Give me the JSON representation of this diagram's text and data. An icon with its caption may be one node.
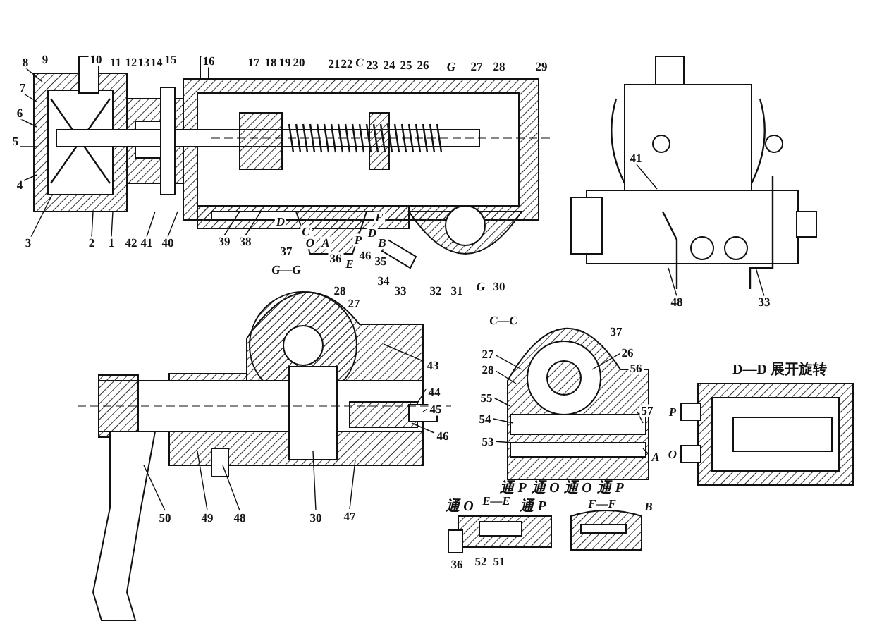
{
  "diagram": {
    "labels": [
      "8",
      "9",
      "10",
      "11",
      "12",
      "13",
      "14",
      "15",
      "16",
      "17",
      "18",
      "19",
      "20",
      "21",
      "22",
      "C",
      "23",
      "24",
      "25",
      "26",
      "G",
      "27",
      "28",
      "29",
      "7",
      "6",
      "5",
      "4",
      "3",
      "2",
      "1",
      "42",
      "41",
      "40",
      "39",
      "38",
      "D",
      "F",
      "C",
      "D",
      "O",
      "A",
      "P",
      "B",
      "37",
      "G—G",
      "36",
      "E",
      "46",
      "35",
      "34",
      "33",
      "32",
      "31",
      "G",
      "30",
      "41",
      "48",
      "33",
      "28",
      "27",
      "43",
      "44",
      "45",
      "46",
      "50",
      "49",
      "48",
      "30",
      "47",
      "C—C",
      "37",
      "27",
      "26",
      "28",
      "56",
      "55",
      "54",
      "57",
      "53",
      "A",
      "D—D 展开旋转",
      "P",
      "O",
      "通 P",
      "通 O",
      "通 O",
      "通 P",
      "通 O",
      "E—E",
      "通 P",
      "F—F",
      "B",
      "36",
      "52",
      "51"
    ]
  }
}
